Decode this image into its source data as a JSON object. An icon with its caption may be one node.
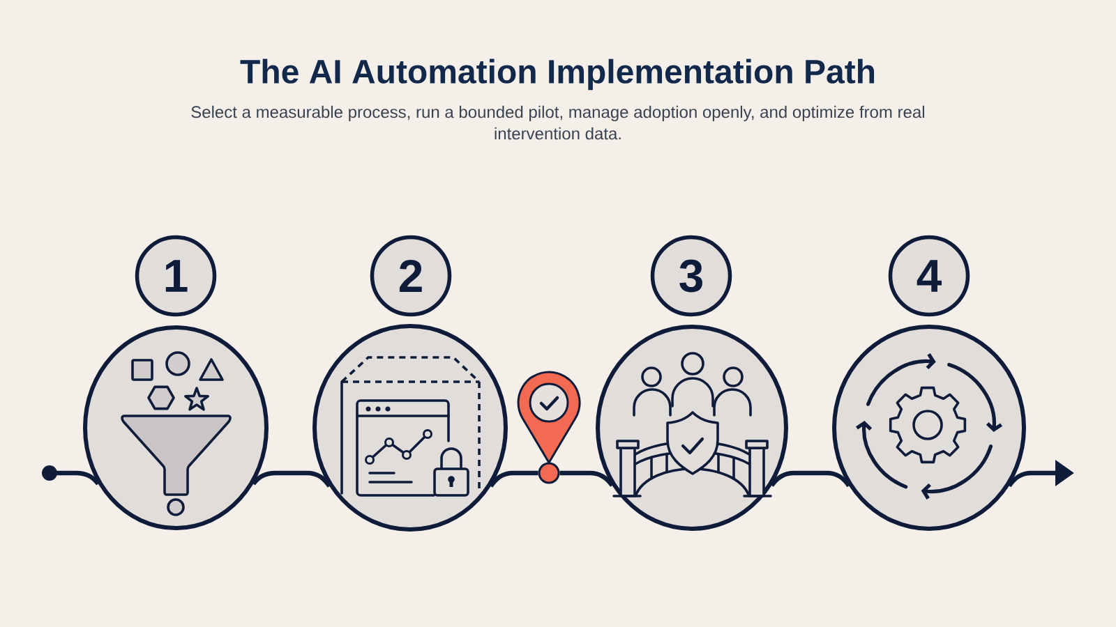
{
  "diagram": {
    "title": "The AI Automation Implementation Path",
    "nodes": [
      {
        "text": [
          "1"
        ]
      },
      {
        "text": [],
        "shape": "circle"
      },
      {
        "text": [
          "2"
        ]
      },
      {
        "text": [],
        "shape": "circle"
      },
      {
        "text": [],
        "shape": "pin"
      },
      {
        "text": [
          "3"
        ]
      },
      {
        "text": [],
        "shape": "circle"
      },
      {
        "text": [
          "4"
        ]
      },
      {
        "text": [],
        "shape": "circle"
      }
    ],
    "edges": [
      {
        "from": null,
        "to": 1,
        "arrow": "other"
      },
      {
        "from": 1,
        "to": 3,
        "arrow": "none"
      },
      {
        "from": 3,
        "to": 4,
        "arrow": "none"
      },
      {
        "from": 4,
        "to": 6,
        "arrow": "none"
      },
      {
        "from": 6,
        "to": 8,
        "arrow": "none"
      },
      {
        "from": 8,
        "to": null,
        "arrow": "to"
      }
    ],
    "labels": [
      "Select a measurable process, run a bounded pilot, manage adoption openly, and optimize from real intervention data."
    ]
  }
}
